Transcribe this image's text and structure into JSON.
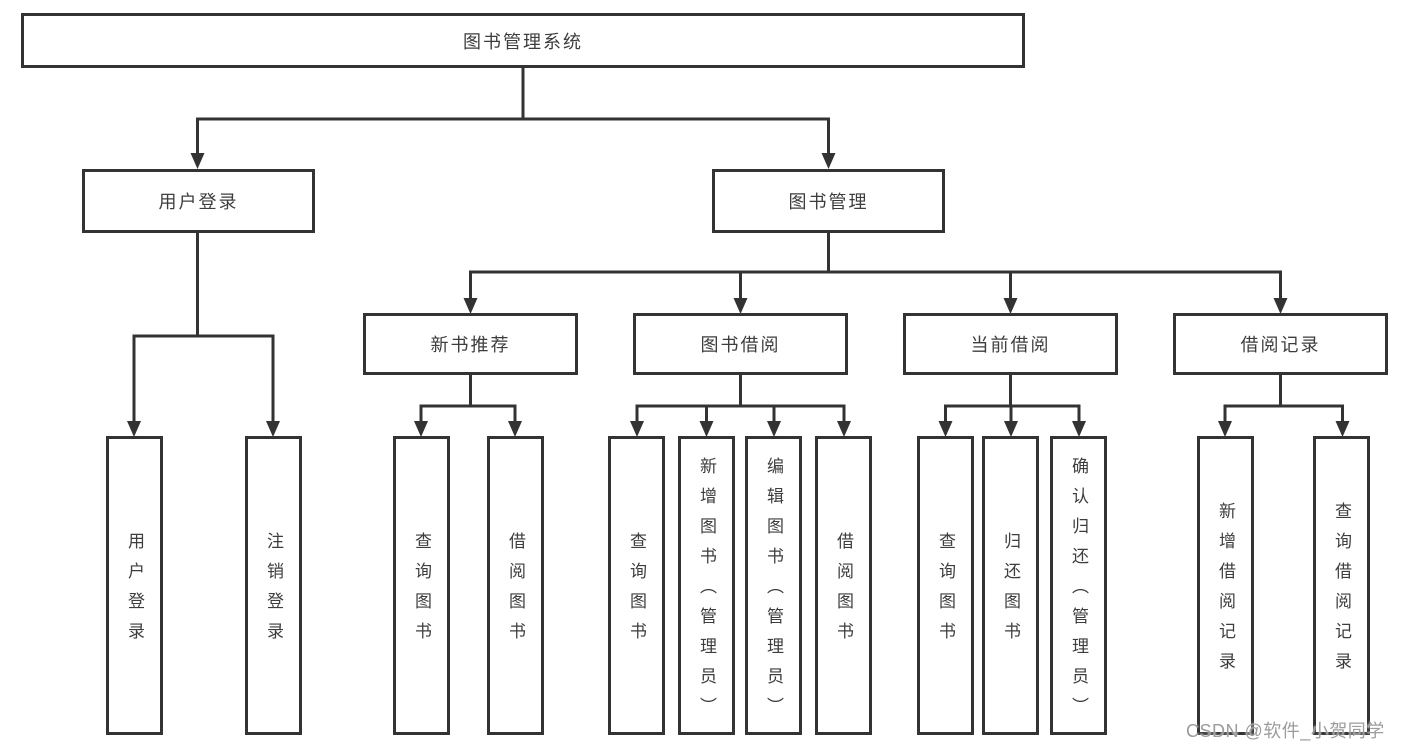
{
  "nodes": {
    "root": "图书管理系统",
    "l1": {
      "userLogin": "用户登录",
      "bookManagement": "图书管理"
    },
    "l2": {
      "newBooks": "新书推荐",
      "bookBorrow": "图书借阅",
      "currentBorrow": "当前借阅",
      "borrowRecords": "借阅记录"
    },
    "l3": {
      "userLogin": "用户登录",
      "logout": "注销登录",
      "nbQuery": "查询图书",
      "nbBorrow": "借阅图书",
      "bbQuery": "查询图书",
      "bbAdd": "新增图书（管理员）",
      "bbEdit": "编辑图书（管理员）",
      "bbBorrow": "借阅图书",
      "cbQuery": "查询图书",
      "cbReturn": "归还图书",
      "cbConfirm": "确认归还（管理员）",
      "brAdd": "新增借阅记录",
      "brQuery": "查询借阅记录"
    }
  },
  "watermark": "CSDN @软件_小贺同学",
  "colors": {
    "line": "#333333",
    "text": "#3d3d3d",
    "watermark": "#9c9c9c",
    "background": "#ffffff"
  }
}
